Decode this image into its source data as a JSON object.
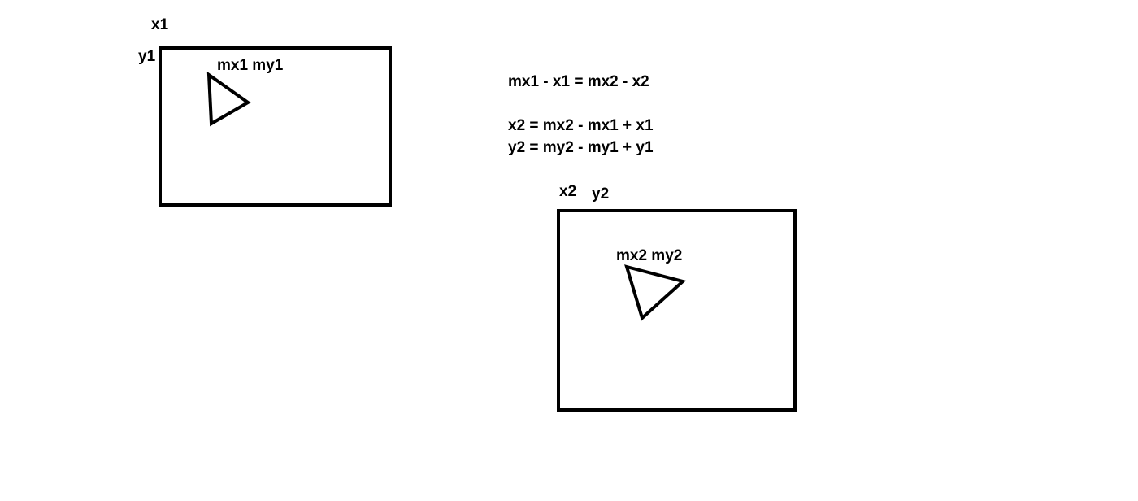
{
  "window1": {
    "x_label": "x1",
    "y_label": "y1",
    "mouse_label": "mx1 my1"
  },
  "window2": {
    "x_label": "x2",
    "y_label": "y2",
    "mouse_label": "mx2 my2"
  },
  "equations": {
    "line1": "mx1 - x1 = mx2 - x2",
    "line2": "x2 = mx2 - mx1 + x1",
    "line3": "y2 = my2 - my1 + y1"
  },
  "colors": {
    "stroke": "#000000",
    "background": "#ffffff"
  },
  "icons": {
    "cursor": "triangle-cursor-icon"
  }
}
